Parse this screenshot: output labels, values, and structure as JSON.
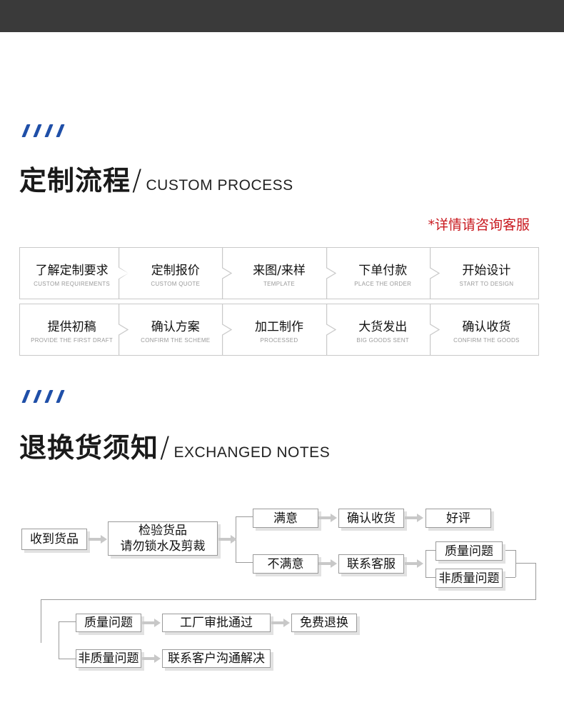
{
  "section1": {
    "title_cn": "定制流程",
    "separator": "/",
    "title_en": "CUSTOM PROCESS",
    "note": "*详情请咨询客服",
    "rows": [
      [
        {
          "cn": "了解定制要求",
          "en": "CUSTOM REQUIREMENTS"
        },
        {
          "cn": "定制报价",
          "en": "CUSTOM QUOTE"
        },
        {
          "cn": "来图/来样",
          "en": "TEMPLATE"
        },
        {
          "cn": "下单付款",
          "en": "PLACE THE ORDER"
        },
        {
          "cn": "开始设计",
          "en": "START TO DESIGN"
        }
      ],
      [
        {
          "cn": "提供初稿",
          "en": "PROVIDE THE FIRST DRAFT"
        },
        {
          "cn": "确认方案",
          "en": "CONFIRM THE SCHEME"
        },
        {
          "cn": "加工制作",
          "en": "PROCESSED"
        },
        {
          "cn": "大货发出",
          "en": "BIG GOODS SENT"
        },
        {
          "cn": "确认收货",
          "en": "CONFIRM THE GOODS"
        }
      ]
    ]
  },
  "section2": {
    "title_cn": "退换货须知",
    "separator": "/",
    "title_en": "EXCHANGED NOTES"
  },
  "flow": {
    "receive": "收到货品",
    "inspect_line1": "检验货品",
    "inspect_line2": "请勿锁水及剪裁",
    "satisfied": "满意",
    "confirm_receipt": "确认收货",
    "good_review": "好评",
    "unsatisfied": "不满意",
    "contact_service": "联系客服",
    "quality_issue": "质量问题",
    "non_quality_issue": "非质量问题",
    "quality_issue_2": "质量问题",
    "factory_approval": "工厂审批通过",
    "free_exchange": "免费退换",
    "non_quality_issue_2": "非质量问题",
    "contact_customer": "联系客户沟通解决"
  },
  "colors": {
    "accent_blue": "#1f4fa8",
    "note_red": "#c8181e",
    "topbar": "#3a3a3a",
    "arrow_gray": "#c8c8c8",
    "line_gray": "#9a9a9a"
  }
}
